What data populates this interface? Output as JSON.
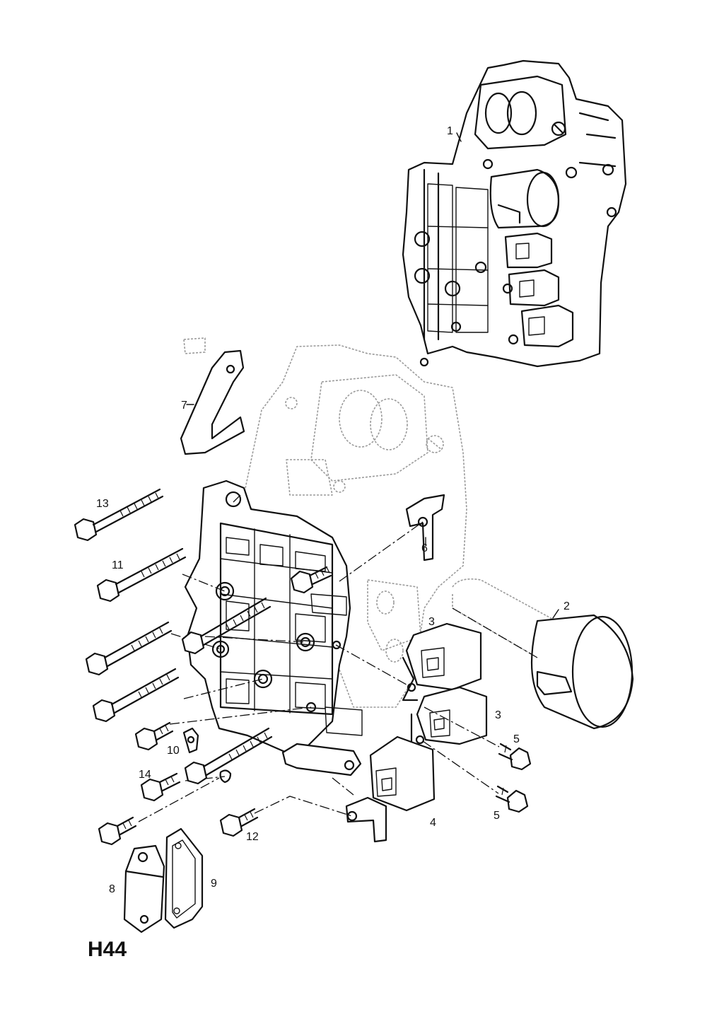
{
  "diagram": {
    "code": "H44",
    "callouts": {
      "c1": "1",
      "c2": "2",
      "c3a": "3",
      "c3b": "3",
      "c4": "4",
      "c5a": "5",
      "c5b": "5",
      "c6": "6",
      "c7": "7",
      "c8": "8",
      "c9": "9",
      "c10": "10",
      "c11": "11",
      "c12": "12",
      "c13": "13",
      "c14": "14"
    }
  }
}
